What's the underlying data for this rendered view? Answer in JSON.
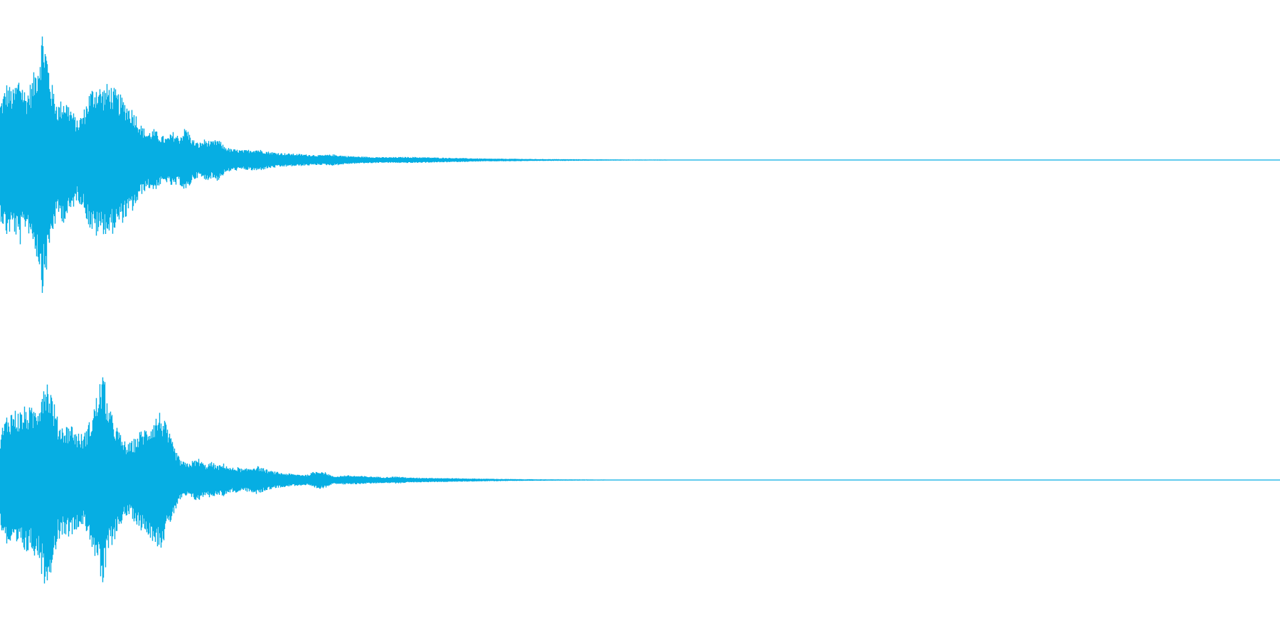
{
  "waveform": {
    "color": "#06aee3",
    "background": "#ffffff",
    "channels": [
      {
        "label": "",
        "envelope": [
          [
            0.0,
            0.42
          ],
          [
            0.005,
            0.55
          ],
          [
            0.01,
            0.5
          ],
          [
            0.015,
            0.62
          ],
          [
            0.02,
            0.48
          ],
          [
            0.025,
            0.58
          ],
          [
            0.03,
            0.75
          ],
          [
            0.033,
            0.95
          ],
          [
            0.036,
            0.8
          ],
          [
            0.04,
            0.55
          ],
          [
            0.045,
            0.4
          ],
          [
            0.05,
            0.45
          ],
          [
            0.055,
            0.38
          ],
          [
            0.06,
            0.28
          ],
          [
            0.065,
            0.35
          ],
          [
            0.07,
            0.5
          ],
          [
            0.075,
            0.55
          ],
          [
            0.08,
            0.52
          ],
          [
            0.085,
            0.55
          ],
          [
            0.09,
            0.5
          ],
          [
            0.095,
            0.45
          ],
          [
            0.1,
            0.4
          ],
          [
            0.105,
            0.35
          ],
          [
            0.11,
            0.25
          ],
          [
            0.115,
            0.2
          ],
          [
            0.12,
            0.22
          ],
          [
            0.125,
            0.18
          ],
          [
            0.13,
            0.16
          ],
          [
            0.135,
            0.2
          ],
          [
            0.14,
            0.17
          ],
          [
            0.145,
            0.24
          ],
          [
            0.15,
            0.15
          ],
          [
            0.155,
            0.12
          ],
          [
            0.16,
            0.15
          ],
          [
            0.165,
            0.13
          ],
          [
            0.17,
            0.15
          ],
          [
            0.175,
            0.1
          ],
          [
            0.18,
            0.08
          ],
          [
            0.19,
            0.07
          ],
          [
            0.2,
            0.08
          ],
          [
            0.21,
            0.06
          ],
          [
            0.22,
            0.05
          ],
          [
            0.23,
            0.045
          ],
          [
            0.24,
            0.04
          ],
          [
            0.25,
            0.035
          ],
          [
            0.26,
            0.04
          ],
          [
            0.27,
            0.03
          ],
          [
            0.28,
            0.025
          ],
          [
            0.3,
            0.02
          ],
          [
            0.32,
            0.022
          ],
          [
            0.34,
            0.018
          ],
          [
            0.36,
            0.014
          ],
          [
            0.38,
            0.01
          ],
          [
            0.4,
            0.009
          ],
          [
            0.42,
            0.007
          ],
          [
            0.44,
            0.006
          ],
          [
            0.46,
            0.005
          ],
          [
            0.48,
            0.004
          ],
          [
            0.5,
            0.003
          ],
          [
            0.52,
            0.003
          ],
          [
            0.53,
            0.002
          ],
          [
            0.55,
            0.0
          ],
          [
            1.0,
            0.0
          ]
        ]
      },
      {
        "label": "",
        "envelope": [
          [
            0.0,
            0.4
          ],
          [
            0.005,
            0.55
          ],
          [
            0.01,
            0.6
          ],
          [
            0.015,
            0.58
          ],
          [
            0.02,
            0.62
          ],
          [
            0.025,
            0.6
          ],
          [
            0.03,
            0.68
          ],
          [
            0.035,
            0.9
          ],
          [
            0.04,
            0.75
          ],
          [
            0.045,
            0.5
          ],
          [
            0.05,
            0.45
          ],
          [
            0.055,
            0.48
          ],
          [
            0.06,
            0.4
          ],
          [
            0.065,
            0.38
          ],
          [
            0.07,
            0.5
          ],
          [
            0.075,
            0.7
          ],
          [
            0.08,
            0.92
          ],
          [
            0.085,
            0.6
          ],
          [
            0.09,
            0.48
          ],
          [
            0.095,
            0.35
          ],
          [
            0.1,
            0.3
          ],
          [
            0.105,
            0.35
          ],
          [
            0.11,
            0.42
          ],
          [
            0.115,
            0.45
          ],
          [
            0.12,
            0.52
          ],
          [
            0.125,
            0.58
          ],
          [
            0.13,
            0.45
          ],
          [
            0.135,
            0.3
          ],
          [
            0.14,
            0.18
          ],
          [
            0.145,
            0.14
          ],
          [
            0.15,
            0.16
          ],
          [
            0.155,
            0.18
          ],
          [
            0.16,
            0.13
          ],
          [
            0.165,
            0.15
          ],
          [
            0.17,
            0.12
          ],
          [
            0.175,
            0.14
          ],
          [
            0.18,
            0.1
          ],
          [
            0.185,
            0.11
          ],
          [
            0.19,
            0.09
          ],
          [
            0.2,
            0.12
          ],
          [
            0.21,
            0.08
          ],
          [
            0.22,
            0.06
          ],
          [
            0.23,
            0.05
          ],
          [
            0.24,
            0.045
          ],
          [
            0.245,
            0.07
          ],
          [
            0.25,
            0.08
          ],
          [
            0.255,
            0.06
          ],
          [
            0.26,
            0.03
          ],
          [
            0.27,
            0.04
          ],
          [
            0.28,
            0.035
          ],
          [
            0.29,
            0.03
          ],
          [
            0.3,
            0.025
          ],
          [
            0.31,
            0.03
          ],
          [
            0.32,
            0.02
          ],
          [
            0.34,
            0.018
          ],
          [
            0.36,
            0.014
          ],
          [
            0.38,
            0.011
          ],
          [
            0.4,
            0.008
          ],
          [
            0.42,
            0.006
          ],
          [
            0.44,
            0.005
          ],
          [
            0.46,
            0.004
          ],
          [
            0.48,
            0.003
          ],
          [
            0.5,
            0.003
          ],
          [
            0.51,
            0.002
          ],
          [
            0.53,
            0.0
          ],
          [
            1.0,
            0.0
          ]
        ]
      }
    ]
  }
}
